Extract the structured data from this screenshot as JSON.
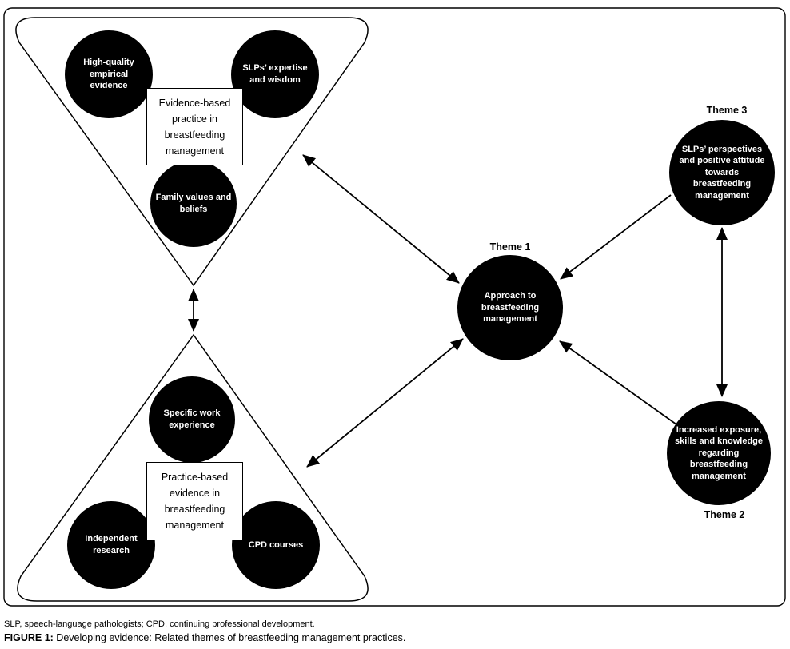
{
  "figure": {
    "evidence_triangle": {
      "box_label": "Evidence-based practice in breastfeeding management",
      "circle_high_quality": "High-quality empirical evidence",
      "circle_expertise": "SLPs’ expertise and wisdom",
      "circle_family": "Family values and beliefs"
    },
    "practice_triangle": {
      "box_label": "Practice-based evidence in breastfeeding management",
      "circle_work": "Specific work experience",
      "circle_research": "Independent research",
      "circle_cpd": "CPD courses"
    },
    "theme1": {
      "label": "Theme 1",
      "text": "Approach to breastfeeding management"
    },
    "theme2": {
      "label": "Theme 2",
      "text": "Increased exposure, skills and knowledge regarding breastfeeding management"
    },
    "theme3": {
      "label": "Theme 3",
      "text": "SLPs’ perspectives and positive attitude towards breastfeeding management"
    }
  },
  "caption": {
    "abbreviations": "SLP, speech-language pathologists; CPD, continuing professional development.",
    "figure_label": "FIGURE 1:",
    "figure_text": "Developing evidence: Related themes of breastfeeding management practices."
  },
  "colors": {
    "ink": "#000000",
    "background": "#ffffff",
    "node_fill": "#000000",
    "node_text": "#ffffff"
  }
}
